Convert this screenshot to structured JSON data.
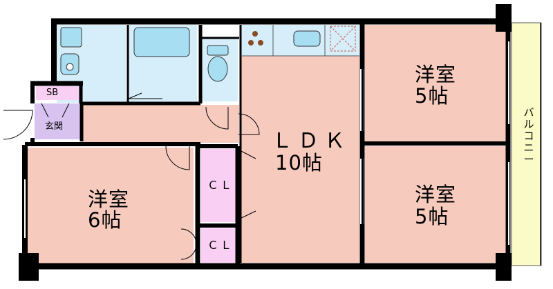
{
  "floor_plan": {
    "rooms": {
      "ldk": {
        "line1": "ＬＤＫ",
        "line2": "10帖"
      },
      "western_upper_right": {
        "line1": "洋室",
        "line2": "5帖"
      },
      "western_lower_right": {
        "line1": "洋室",
        "line2": "5帖"
      },
      "western_left": {
        "line1": "洋室",
        "line2": "6帖"
      },
      "closet_upper": {
        "label": "ＣＬ"
      },
      "closet_lower": {
        "label": "ＣＬ"
      },
      "shoe_box": {
        "label": "SB"
      },
      "entrance": {
        "label": "玄関"
      },
      "balcony": {
        "label": "バルコニー"
      }
    },
    "colors": {
      "room_pink": "#f7cabe",
      "closet_pink": "#f9cff3",
      "entrance_purple": "#d8c3f0",
      "wet_area_blue": "#d6eefa",
      "fixture_blue": "#a8def2",
      "balcony_yellow": "#fbfbc7",
      "wall": "#000000"
    }
  }
}
